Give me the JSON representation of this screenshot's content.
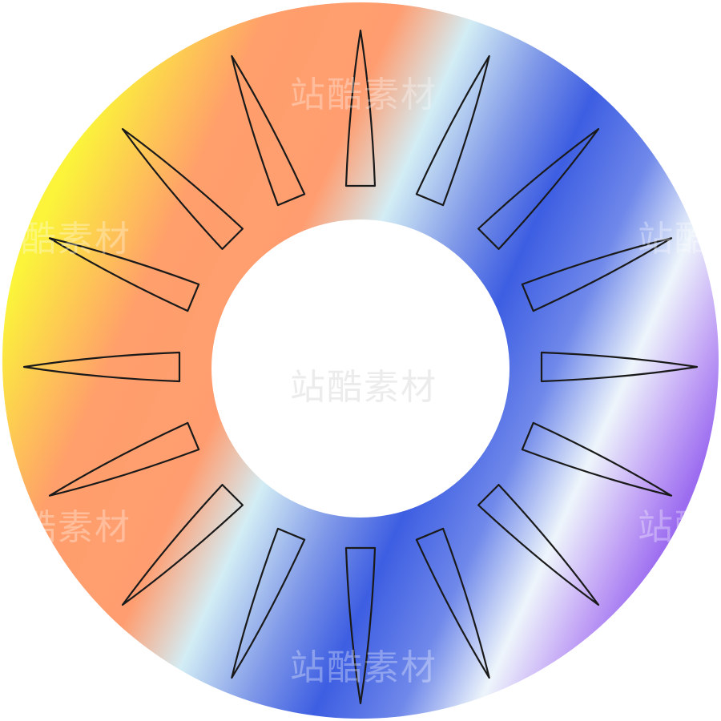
{
  "graphic": {
    "shape": "sun-ring",
    "petal_count": 16,
    "outline_color": "#1a1a1a",
    "background_color": "#ffffff",
    "gradient_stops": [
      {
        "offset": 0.0,
        "color": "#fbf43a"
      },
      {
        "offset": 0.17,
        "color": "#ff9f6b"
      },
      {
        "offset": 0.34,
        "color": "#ff9d70"
      },
      {
        "offset": 0.44,
        "color": "#d3edf5"
      },
      {
        "offset": 0.55,
        "color": "#7e97e8"
      },
      {
        "offset": 0.64,
        "color": "#3d5ee2"
      },
      {
        "offset": 0.75,
        "color": "#6f88ea"
      },
      {
        "offset": 0.85,
        "color": "#eef5fb"
      },
      {
        "offset": 0.93,
        "color": "#c5a8f6"
      },
      {
        "offset": 1.0,
        "color": "#9b6bf0"
      }
    ]
  },
  "watermark": {
    "text": "站酷素材"
  }
}
